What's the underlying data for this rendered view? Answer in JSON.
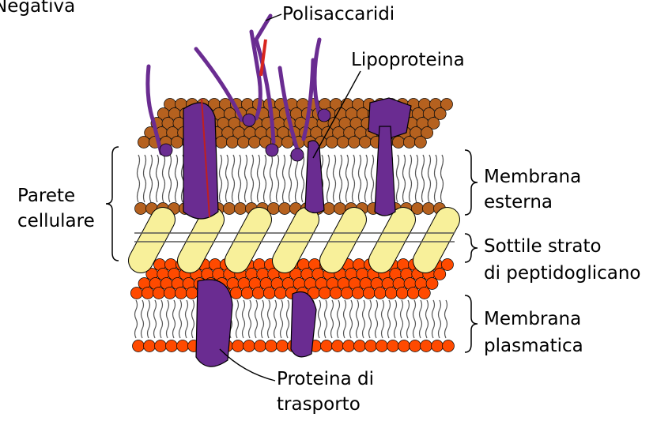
{
  "header_fragment": "Negativa",
  "labels": {
    "polisaccaridi": "Polisaccaridi",
    "lipoproteina": "Lipoproteina",
    "parete_line1": "Parete",
    "parete_line2": "cellulare",
    "membrana_esterna_line1": "Membrana",
    "membrana_esterna_line2": "esterna",
    "peptidoglicano_line1": "Sottile strato",
    "peptidoglicano_line2": "di peptidoglicano",
    "membrana_plasmatica_line1": "Membrana",
    "membrana_plasmatica_line2": "plasmatica",
    "proteina_line1": "Proteina di",
    "proteina_line2": "trasporto"
  },
  "colors": {
    "lps_head": "#b5611f",
    "lps_head_dark": "#7a3b0c",
    "lipid_tail": "#555555",
    "peptidoglycan_rod": "#f8f09a",
    "plasma_head": "#ff4a00",
    "protein": "#6a2c91",
    "protein_dark": "#4a1a6a",
    "polysaccharide_red": "#d8251e"
  }
}
